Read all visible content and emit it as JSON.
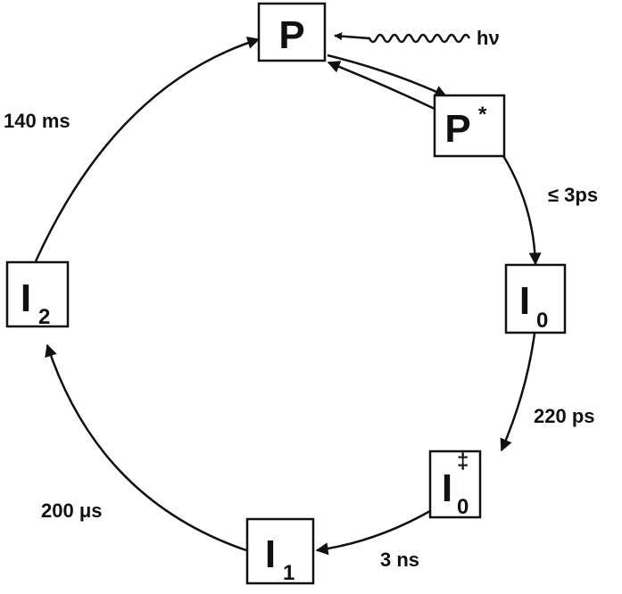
{
  "diagram": {
    "nodes": {
      "P": {
        "label": "P",
        "sub": "",
        "sup": ""
      },
      "P_star": {
        "label": "P",
        "sub": "",
        "sup": "*"
      },
      "I0": {
        "label": "I",
        "sub": "0",
        "sup": ""
      },
      "I0_dagger": {
        "label": "I",
        "sub": "0",
        "sup": "‡"
      },
      "I1": {
        "label": "I",
        "sub": "1",
        "sup": ""
      },
      "I2": {
        "label": "I",
        "sub": "2",
        "sup": ""
      }
    },
    "transitions": {
      "light": "hν",
      "pstar_to_i0": "≤ 3ps",
      "i0_to_i0dagger": "220 ps",
      "i0dagger_to_i1": "3 ns",
      "i1_to_i2": "200 μs",
      "i2_to_p": "140 ms"
    },
    "color": "#111111"
  }
}
